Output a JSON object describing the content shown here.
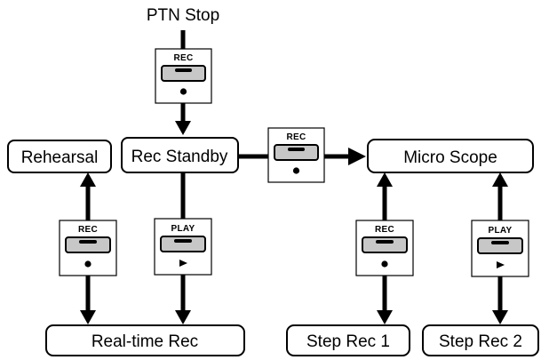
{
  "diagram": {
    "start_label": "PTN Stop",
    "states": {
      "rehearsal": "Rehearsal",
      "rec_standby": "Rec Standby",
      "micro_scope": "Micro Scope",
      "realtime_rec": "Real-time Rec",
      "step_rec_1": "Step Rec 1",
      "step_rec_2": "Step Rec 2"
    },
    "keys": {
      "top": {
        "label": "REC",
        "icon": "record-dot-icon"
      },
      "middle": {
        "label": "REC",
        "icon": "record-dot-icon"
      },
      "left": {
        "label": "REC",
        "icon": "record-dot-icon"
      },
      "play": {
        "label": "PLAY",
        "icon": "play-triangle-icon"
      },
      "step1": {
        "label": "REC",
        "icon": "record-dot-icon"
      },
      "step2": {
        "label": "PLAY",
        "icon": "play-triangle-icon"
      }
    },
    "colors": {
      "button_fill": "#c7c7c7",
      "line": "#000000",
      "background": "#ffffff"
    }
  }
}
